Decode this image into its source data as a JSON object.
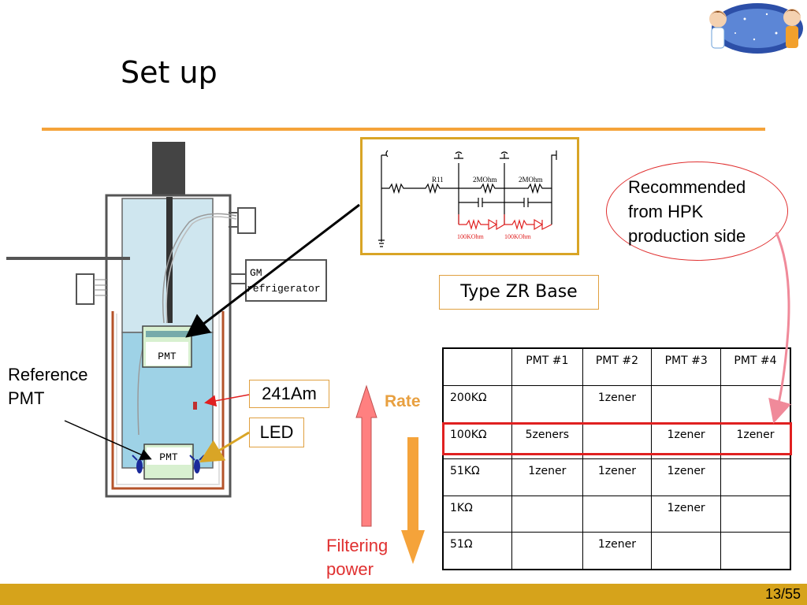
{
  "slide": {
    "title": "Set up",
    "page_number": "13/55",
    "accent_color": "#f5a33a",
    "footer_color": "#d6a31b"
  },
  "apparatus": {
    "pmt_top_label": "PMT",
    "pmt_bottom_label": "PMT",
    "gm_label_line1": "GM",
    "gm_label_line2": "refrigerator",
    "reference_label_line1": "Reference",
    "reference_label_line2": "PMT",
    "am_label": "241Am",
    "led_label": "LED"
  },
  "circuit": {
    "title": "Type ZR Base",
    "r11_label": "R11",
    "r_2mohm_1": "2MOhm",
    "r_2mohm_2": "2MOhm",
    "r_100k_1": "100KOhm",
    "r_100k_2": "100KOhm"
  },
  "annotation": {
    "line1": "Recommended",
    "line2": "from HPK",
    "line3": "production side"
  },
  "arrows": {
    "rate_label": "Rate",
    "filter_line1": "Filtering",
    "filter_line2": "power"
  },
  "table": {
    "headers": [
      "",
      "PMT #1",
      "PMT #2",
      "PMT #3",
      "PMT #4"
    ],
    "rows": [
      [
        "200KΩ",
        "",
        "1zener",
        "",
        ""
      ],
      [
        "100KΩ",
        "5zeners",
        "",
        "1zener",
        "1zener"
      ],
      [
        "51KΩ",
        "1zener",
        "1zener",
        "1zener",
        ""
      ],
      [
        "1KΩ",
        "",
        "",
        "1zener",
        ""
      ],
      [
        "51Ω",
        "",
        "1zener",
        "",
        ""
      ]
    ],
    "highlighted_row": "100KΩ"
  }
}
